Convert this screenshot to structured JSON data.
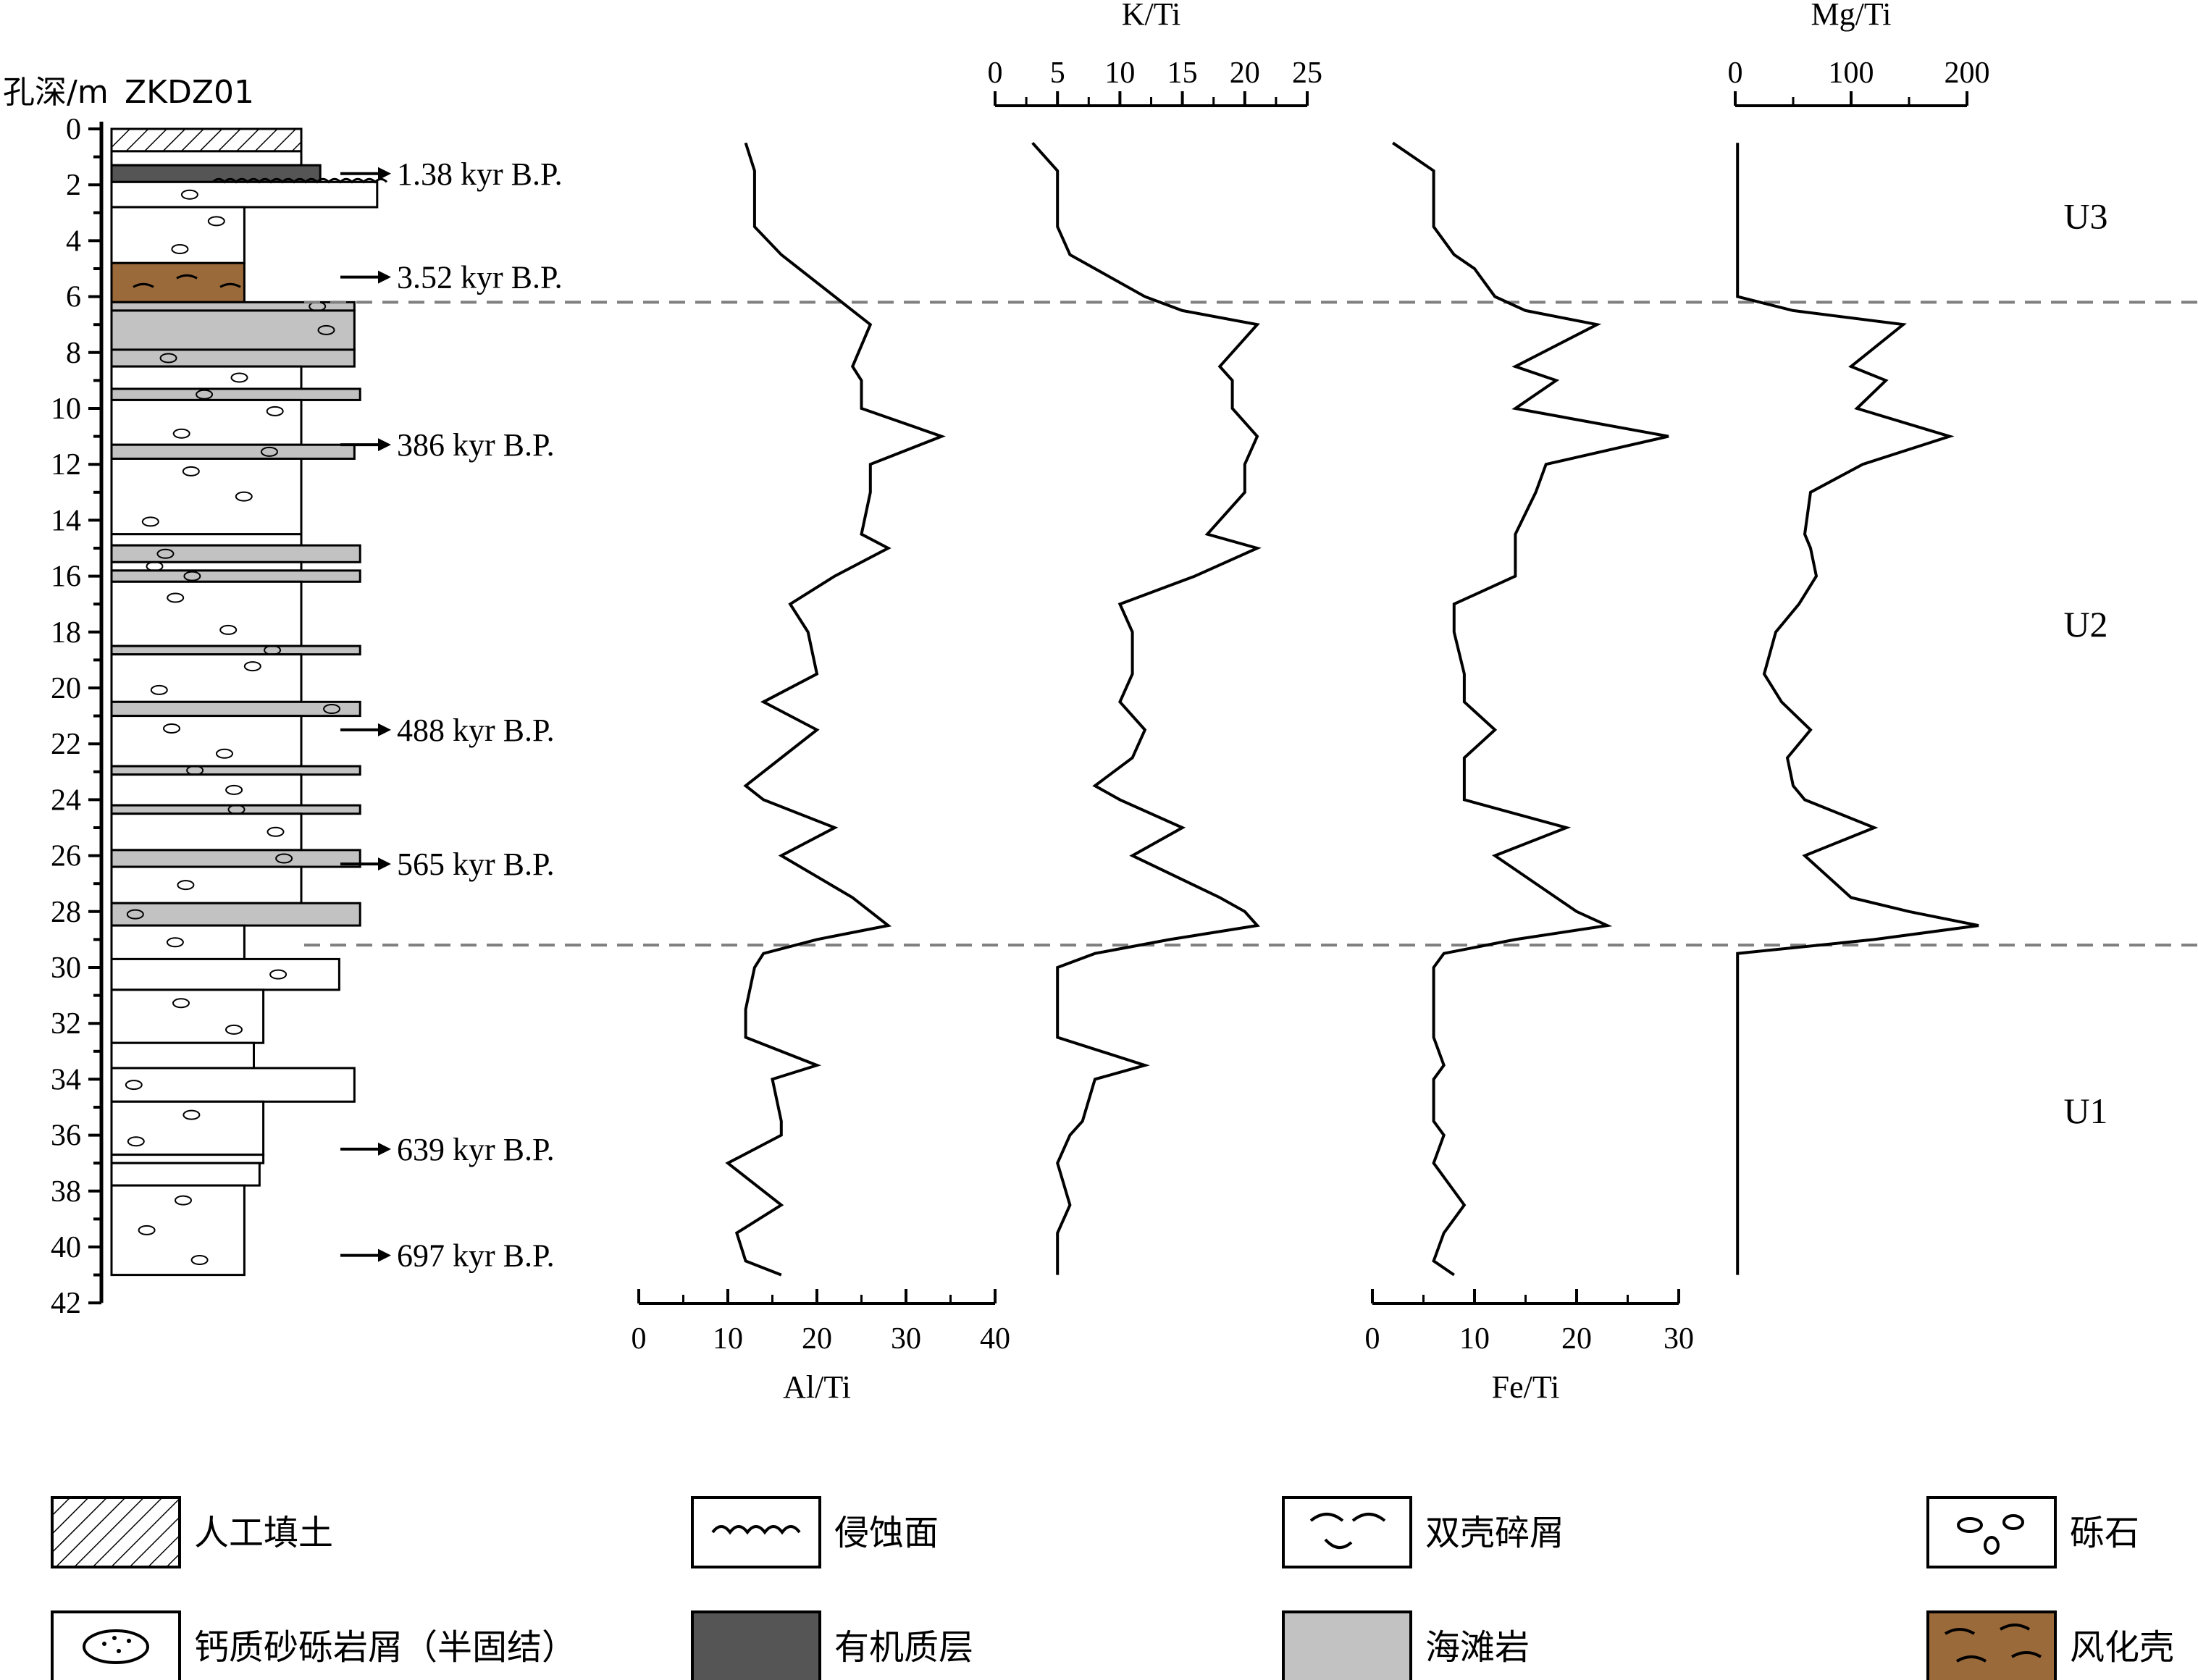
{
  "header": {
    "depth_title": "孔深/m",
    "core_name": "ZKDZ01"
  },
  "chart_data": {
    "type": "line",
    "depth_axis": {
      "label": "孔深/m",
      "range": [
        0,
        42
      ],
      "ticks": [
        0,
        2,
        4,
        6,
        8,
        10,
        12,
        14,
        16,
        18,
        20,
        22,
        24,
        26,
        28,
        30,
        32,
        34,
        36,
        38,
        40,
        42
      ]
    },
    "depth": [
      0.5,
      1.5,
      3.5,
      4.5,
      5.0,
      6.0,
      6.5,
      7.0,
      8.5,
      9.0,
      10.0,
      11.0,
      12.0,
      13.0,
      14.5,
      15.0,
      16.0,
      17.0,
      18.0,
      19.5,
      20.5,
      21.5,
      22.5,
      23.5,
      24.0,
      25.0,
      26.0,
      27.5,
      28.0,
      28.5,
      29.0,
      29.5,
      30.0,
      31.5,
      32.5,
      33.5,
      34.0,
      35.5,
      36.0,
      37.0,
      38.5,
      39.5,
      40.5,
      41.0
    ],
    "series": [
      {
        "name": "Al/Ti",
        "axis_label": "Al/Ti",
        "axis_position": "bottom",
        "xlim": [
          0,
          40
        ],
        "ticks": [
          0,
          10,
          20,
          30,
          40
        ],
        "values": [
          12,
          13,
          13,
          16,
          18,
          22,
          24,
          26,
          24,
          25,
          25,
          34,
          26,
          26,
          25,
          28,
          22,
          17,
          19,
          20,
          14,
          20,
          16,
          12,
          14,
          22,
          16,
          24,
          26,
          28,
          20,
          14,
          13,
          12,
          12,
          20,
          15,
          16,
          16,
          10,
          16,
          11,
          12,
          16
        ]
      },
      {
        "name": "K/Ti",
        "axis_label": "K/Ti",
        "axis_position": "top",
        "xlim": [
          0,
          25
        ],
        "ticks": [
          0,
          5,
          10,
          15,
          20,
          25
        ],
        "values": [
          3,
          5,
          5,
          6,
          8,
          12,
          15,
          21,
          18,
          19,
          19,
          21,
          20,
          20,
          17,
          21,
          16,
          10,
          11,
          11,
          10,
          12,
          11,
          8,
          10,
          15,
          11,
          18,
          20,
          21,
          14,
          8,
          5,
          5,
          5,
          12,
          8,
          7,
          6,
          5,
          6,
          5,
          5,
          5
        ]
      },
      {
        "name": "Fe/Ti",
        "axis_label": "Fe/Ti",
        "axis_position": "bottom",
        "xlim": [
          0,
          30
        ],
        "ticks": [
          0,
          10,
          20,
          30
        ],
        "values": [
          2,
          6,
          6,
          8,
          10,
          12,
          15,
          22,
          14,
          18,
          14,
          29,
          17,
          16,
          14,
          14,
          14,
          8,
          8,
          9,
          9,
          12,
          9,
          9,
          9,
          19,
          12,
          18,
          20,
          23,
          14,
          7,
          6,
          6,
          6,
          7,
          6,
          6,
          7,
          6,
          9,
          7,
          6,
          8
        ]
      },
      {
        "name": "Mg/Ti",
        "axis_label": "Mg/Ti",
        "axis_position": "top",
        "xlim": [
          0,
          200
        ],
        "ticks": [
          0,
          100,
          200
        ],
        "values": [
          2,
          2,
          2,
          2,
          2,
          2,
          50,
          145,
          100,
          130,
          105,
          185,
          110,
          65,
          60,
          65,
          70,
          55,
          35,
          25,
          40,
          65,
          45,
          50,
          60,
          120,
          60,
          100,
          150,
          210,
          120,
          2,
          2,
          2,
          2,
          2,
          2,
          2,
          2,
          2,
          2,
          2,
          2,
          2
        ]
      }
    ],
    "units": [
      {
        "label": "U3",
        "top_depth": 0,
        "bottom_depth": 6.2
      },
      {
        "label": "U2",
        "top_depth": 6.2,
        "bottom_depth": 29.2
      },
      {
        "label": "U1",
        "top_depth": 29.2,
        "bottom_depth": 41
      }
    ],
    "boundaries": [
      6.2,
      29.2
    ],
    "ages": [
      {
        "depth": 1.6,
        "label": "1.38 kyr B.P."
      },
      {
        "depth": 5.3,
        "label": "3.52 kyr B.P."
      },
      {
        "depth": 11.3,
        "label": "386 kyr B.P."
      },
      {
        "depth": 21.5,
        "label": "488 kyr B.P."
      },
      {
        "depth": 26.3,
        "label": "565 kyr B.P."
      },
      {
        "depth": 36.5,
        "label": "639 kyr B.P."
      },
      {
        "depth": 40.3,
        "label": "697 kyr B.P."
      }
    ],
    "lithology": [
      {
        "top": 0,
        "bottom": 0.8,
        "type": "fill",
        "width": 1.0
      },
      {
        "top": 0.8,
        "bottom": 1.3,
        "type": "white",
        "width": 1.0
      },
      {
        "top": 1.3,
        "bottom": 1.9,
        "type": "organic",
        "width": 1.1
      },
      {
        "top": 1.9,
        "bottom": 2.8,
        "type": "gravel",
        "width": 1.4
      },
      {
        "top": 2.8,
        "bottom": 4.8,
        "type": "gravel",
        "width": 0.7
      },
      {
        "top": 4.8,
        "bottom": 6.2,
        "type": "weathering",
        "width": 0.7
      },
      {
        "top": 6.2,
        "bottom": 6.5,
        "type": "beachrock",
        "width": 1.28
      },
      {
        "top": 6.5,
        "bottom": 7.9,
        "type": "beachrock",
        "width": 1.28
      },
      {
        "top": 7.9,
        "bottom": 8.5,
        "type": "beachrock",
        "width": 1.28
      },
      {
        "top": 8.5,
        "bottom": 9.3,
        "type": "gravel",
        "width": 1.0
      },
      {
        "top": 9.3,
        "bottom": 9.7,
        "type": "beachrock",
        "width": 1.31
      },
      {
        "top": 9.7,
        "bottom": 11.3,
        "type": "gravel",
        "width": 1.0
      },
      {
        "top": 11.3,
        "bottom": 11.8,
        "type": "beachrock",
        "width": 1.28
      },
      {
        "top": 11.8,
        "bottom": 14.5,
        "type": "gravel",
        "width": 1.0
      },
      {
        "top": 14.5,
        "bottom": 14.9,
        "type": "white",
        "width": 1.0
      },
      {
        "top": 14.9,
        "bottom": 15.5,
        "type": "beachrock",
        "width": 1.31
      },
      {
        "top": 15.5,
        "bottom": 15.8,
        "type": "gravel",
        "width": 1.0
      },
      {
        "top": 15.8,
        "bottom": 16.2,
        "type": "beachrock",
        "width": 1.31
      },
      {
        "top": 16.2,
        "bottom": 18.5,
        "type": "gravel",
        "width": 1.0
      },
      {
        "top": 18.5,
        "bottom": 18.8,
        "type": "beachrock",
        "width": 1.31
      },
      {
        "top": 18.8,
        "bottom": 20.5,
        "type": "gravel",
        "width": 1.0
      },
      {
        "top": 20.5,
        "bottom": 21.0,
        "type": "beachrock",
        "width": 1.31
      },
      {
        "top": 21.0,
        "bottom": 22.8,
        "type": "gravel",
        "width": 1.0
      },
      {
        "top": 22.8,
        "bottom": 23.1,
        "type": "beachrock",
        "width": 1.31
      },
      {
        "top": 23.1,
        "bottom": 24.2,
        "type": "gravel",
        "width": 1.0
      },
      {
        "top": 24.2,
        "bottom": 24.5,
        "type": "beachrock",
        "width": 1.31
      },
      {
        "top": 24.5,
        "bottom": 25.8,
        "type": "gravel",
        "width": 1.0
      },
      {
        "top": 25.8,
        "bottom": 26.4,
        "type": "beachrock",
        "width": 1.31
      },
      {
        "top": 26.4,
        "bottom": 27.7,
        "type": "gravel",
        "width": 1.0
      },
      {
        "top": 27.7,
        "bottom": 28.5,
        "type": "beachrock",
        "width": 1.31
      },
      {
        "top": 28.5,
        "bottom": 29.7,
        "type": "gravel",
        "width": 0.7
      },
      {
        "top": 29.7,
        "bottom": 30.8,
        "type": "gravel",
        "width": 1.2
      },
      {
        "top": 30.8,
        "bottom": 32.7,
        "type": "gravel",
        "width": 0.8
      },
      {
        "top": 32.7,
        "bottom": 33.6,
        "type": "white",
        "width": 0.75
      },
      {
        "top": 33.6,
        "bottom": 34.8,
        "type": "gravel",
        "width": 1.28
      },
      {
        "top": 34.8,
        "bottom": 36.7,
        "type": "gravel",
        "width": 0.8
      },
      {
        "top": 36.7,
        "bottom": 37.0,
        "type": "white",
        "width": 0.8
      },
      {
        "top": 37.0,
        "bottom": 37.8,
        "type": "white",
        "width": 0.78
      },
      {
        "top": 37.8,
        "bottom": 41.0,
        "type": "gravel",
        "width": 0.7
      }
    ]
  },
  "legend": {
    "items": [
      {
        "key": "fill",
        "label": "人工填土"
      },
      {
        "key": "erosion",
        "label": "侵蚀面"
      },
      {
        "key": "bivalve",
        "label": "双壳碎屑"
      },
      {
        "key": "gravel",
        "label": "砾石"
      },
      {
        "key": "calcareous",
        "label": "钙质砂砾岩屑（半固结）"
      },
      {
        "key": "organic",
        "label": "有机质层"
      },
      {
        "key": "beachrock",
        "label": "海滩岩"
      },
      {
        "key": "weathering",
        "label": "风化壳"
      }
    ]
  },
  "colors": {
    "organic": "#555555",
    "beachrock": "#c2c2c2",
    "weathering": "#9a6a3a",
    "line": "#000000",
    "boundary": "#7f7f7f"
  }
}
